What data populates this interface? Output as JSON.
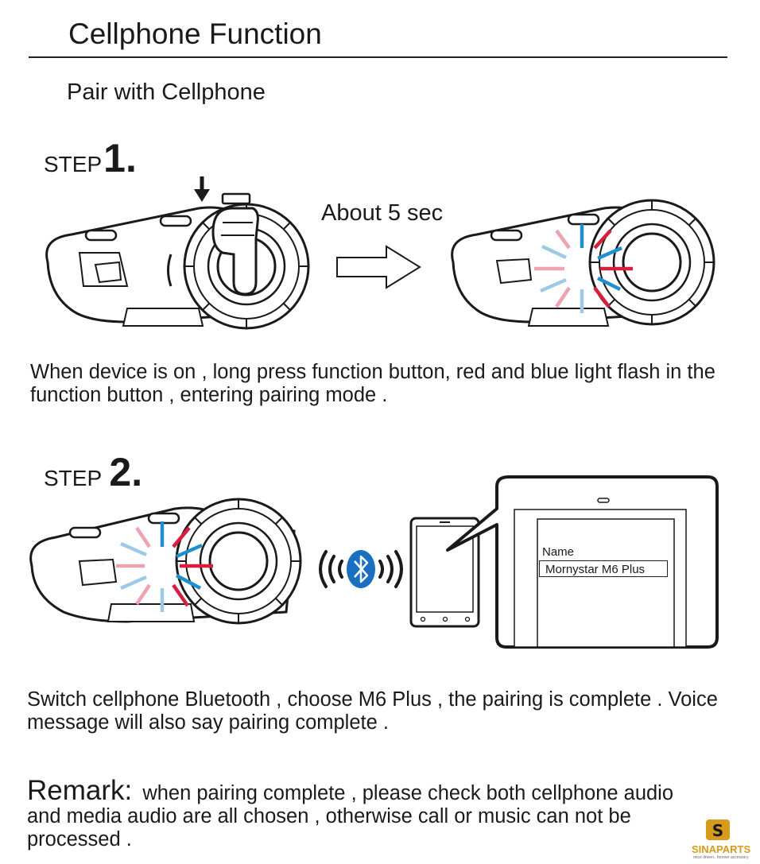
{
  "header": {
    "title": "Cellphone Function",
    "subtitle": "Pair with Cellphone"
  },
  "step1": {
    "label": "STEP",
    "number": "1.",
    "duration_label": "About 5 sec",
    "description": "When device is on , long press function button, red and blue light flash in the function button , entering pairing mode ."
  },
  "step2": {
    "label": "STEP",
    "number": "2.",
    "screen_name_label": "Name",
    "screen_device_name": "Mornystar M6 Plus",
    "description": "Switch cellphone Bluetooth , choose M6 Plus , the pairing is complete .  Voice message will also say pairing complete ."
  },
  "remark": {
    "heading": "Remark:",
    "text": " when pairing complete , please check both cellphone audio and media audio are all chosen , otherwise call or music can not be processed ."
  },
  "logo": {
    "text": "SINAPARTS",
    "tagline": "once driven.. forever accessory"
  },
  "colors": {
    "led_red": "#d81e3c",
    "led_blue": "#1f8fd0",
    "bluetooth_blue": "#1a6fc0",
    "logo_gold": "#d89a1a"
  }
}
